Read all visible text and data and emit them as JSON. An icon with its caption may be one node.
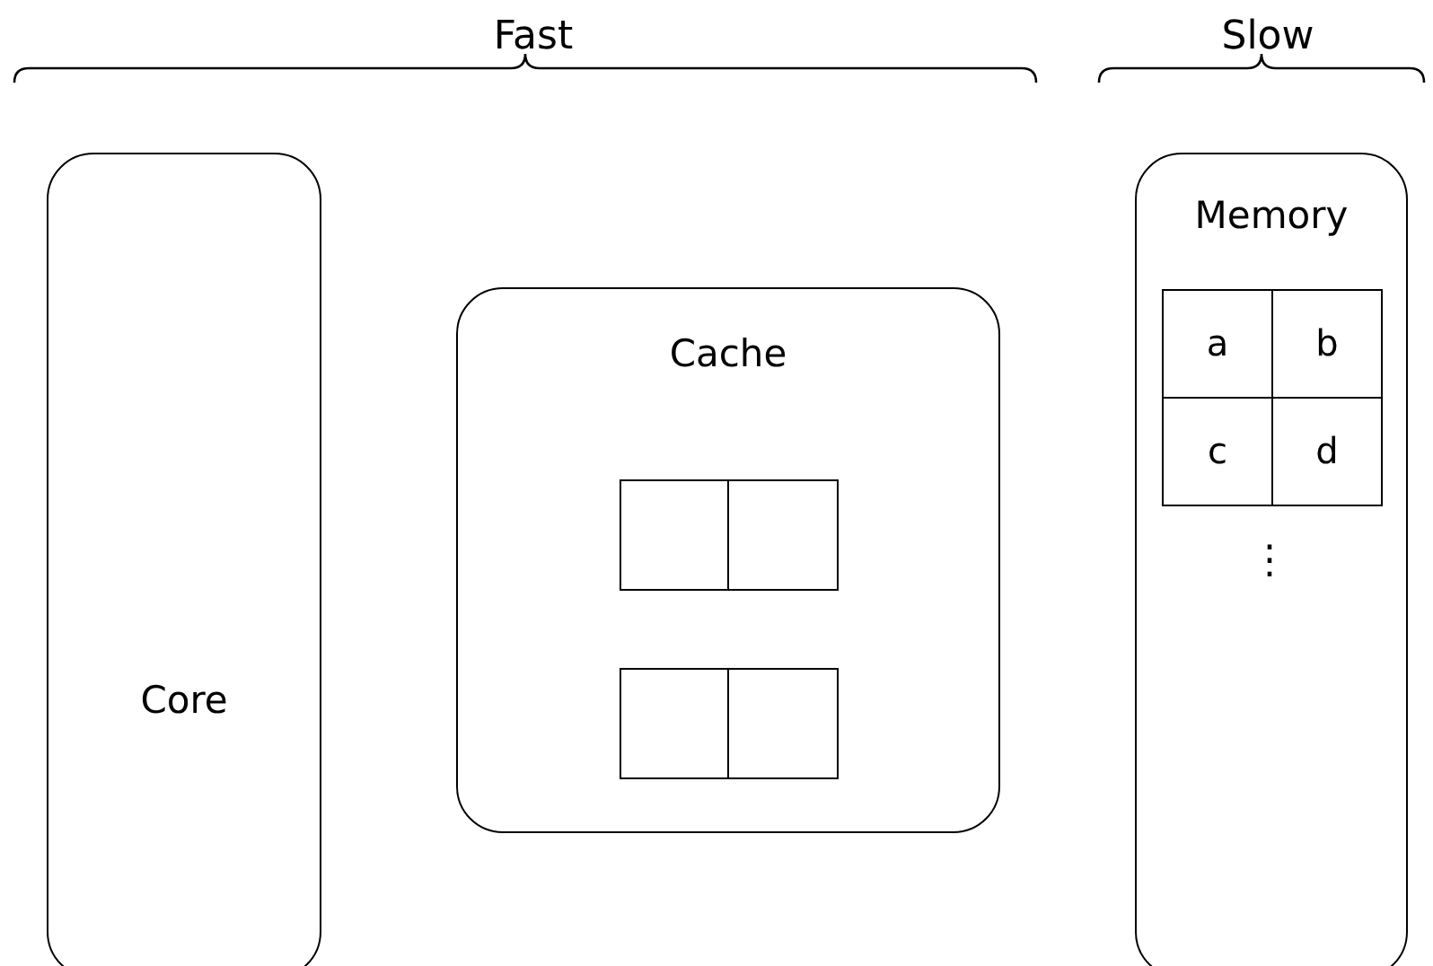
{
  "diagram": {
    "nodes": [
      {
        "text": [
          "Core"
        ]
      },
      {
        "text": [
          "Cache"
        ]
      },
      {
        "text": [],
        "shape": "box",
        "in": 1
      },
      {
        "text": [],
        "shape": "box",
        "in": 1
      },
      {
        "text": [],
        "shape": "box",
        "in": 1
      },
      {
        "text": [],
        "shape": "box",
        "in": 1
      },
      {
        "text": [
          "Memory"
        ]
      },
      {
        "text": [
          "a"
        ],
        "in": 6
      },
      {
        "text": [
          "b"
        ],
        "in": 6
      },
      {
        "text": [
          "c"
        ],
        "in": 6
      },
      {
        "text": [
          "d"
        ],
        "in": 6
      }
    ],
    "edges": [],
    "labels": [
      "Fast",
      "Slow",
      "⋮"
    ]
  }
}
